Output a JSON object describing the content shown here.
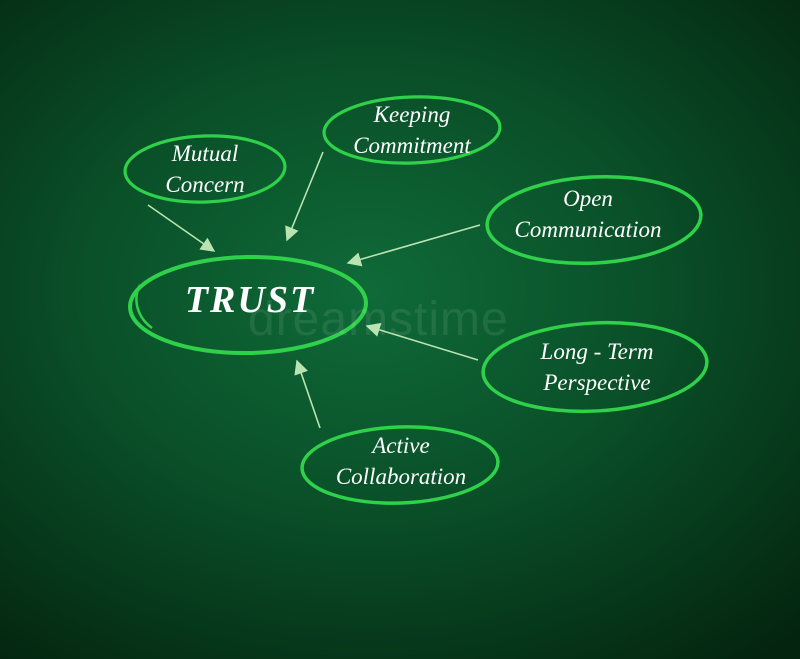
{
  "center": {
    "label": "TRUST"
  },
  "nodes": [
    {
      "id": "mutual-concern",
      "lines": [
        "Mutual",
        "Concern"
      ]
    },
    {
      "id": "keeping-commitment",
      "lines": [
        "Keeping",
        "Commitment"
      ]
    },
    {
      "id": "open-communication",
      "lines": [
        "Open",
        "Communication"
      ]
    },
    {
      "id": "long-term-perspective",
      "lines": [
        "Long - Term",
        "Perspective"
      ]
    },
    {
      "id": "active-collaboration",
      "lines": [
        "Active",
        "Collaboration"
      ]
    }
  ],
  "watermark": "dreamstime",
  "colors": {
    "oval": "#2fd04a",
    "arrow": "#b9e3b1",
    "text": "#ffffff",
    "background": "#0a5029"
  }
}
